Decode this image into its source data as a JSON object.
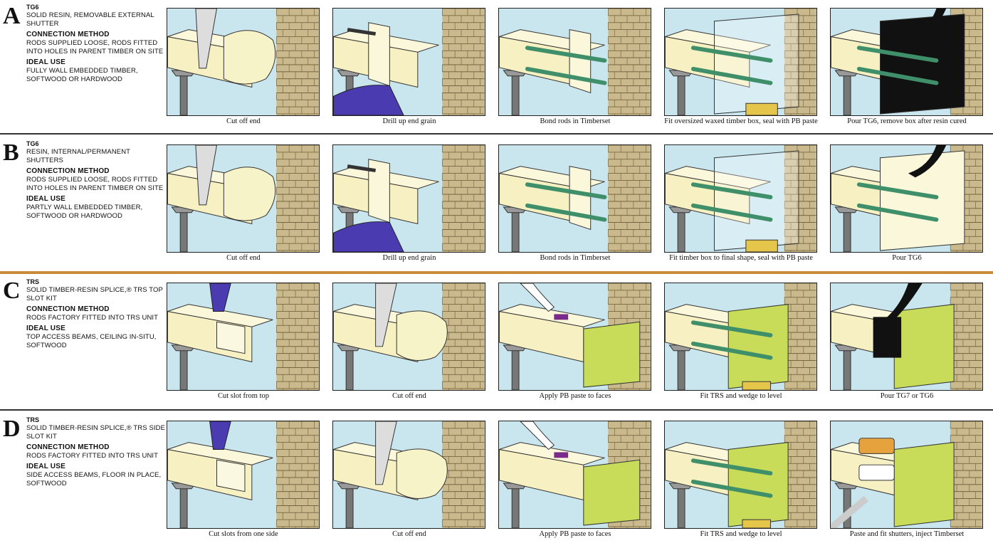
{
  "rows": [
    {
      "letter": "A",
      "code": "TG6",
      "type_text": "SOLID RESIN, REMOVABLE EXTERNAL SHUTTER",
      "method_head": "CONNECTION METHOD",
      "method_text": "RODS SUPPLIED LOOSE, RODS FITTED INTO HOLES IN PARENT TIMBER ON SITE",
      "use_head": "IDEAL USE",
      "use_text": "FULLY WALL EMBEDDED TIMBER, SOFTWOOD OR HARDWOOD",
      "steps": [
        "Cut off end",
        "Drill up end grain",
        "Bond rods in Timberset",
        "Fit oversized waxed timber box, seal with PB paste",
        "Pour TG6, remove box after resin cured"
      ]
    },
    {
      "letter": "B",
      "code": "TG6",
      "type_text": "RESIN, INTERNAL/PERMANENT SHUTTERS",
      "method_head": "CONNECTION METHOD",
      "method_text": "RODS SUPPLIED LOOSE, RODS FITTED INTO HOLES IN PARENT TIMBER ON SITE",
      "use_head": "IDEAL USE",
      "use_text": "PARTLY WALL EMBEDDED TIMBER, SOFTWOOD OR HARDWOOD",
      "steps": [
        "Cut off end",
        "Drill up end grain",
        "Bond rods in Timberset",
        "Fit timber box to final shape, seal with PB paste",
        "Pour TG6"
      ]
    },
    {
      "letter": "C",
      "code": "TRS",
      "type_text": "SOLID TIMBER-RESIN SPLICE,® TRS TOP SLOT KIT",
      "method_head": "CONNECTION METHOD",
      "method_text": "RODS FACTORY FITTED INTO TRS UNIT",
      "use_head": "IDEAL USE",
      "use_text": "TOP ACCESS BEAMS, CEILING IN-SITU, SOFTWOOD",
      "steps": [
        "Cut slot from top",
        "Cut off end",
        "Apply PB paste to faces",
        "Fit TRS and wedge to level",
        "Pour TG7 or TG6"
      ]
    },
    {
      "letter": "D",
      "code": "TRS",
      "type_text": "SOLID TIMBER-RESIN SPLICE,® TRS SIDE SLOT KIT",
      "method_head": "CONNECTION METHOD",
      "method_text": "RODS FACTORY FITTED INTO TRS UNIT",
      "use_head": "IDEAL USE",
      "use_text": "SIDE ACCESS BEAMS, FLOOR IN PLACE, SOFTWOOD",
      "steps": [
        "Cut slots from one side",
        "Cut off end",
        "Apply PB paste to faces",
        "Fit TRS and wedge to level",
        "Paste and fit shutters, inject Timberset"
      ]
    }
  ],
  "colors": {
    "sky": "#c9e6ef",
    "beam": "#f6f0c2",
    "wall": "#c9b98c",
    "rod": "#3f8f6a",
    "resin": "#111111",
    "trs_green": "#c8dc5a",
    "glove": "#f7f3c8",
    "drill_blue": "#4a3bb0",
    "divider_gold": "#c98a3a"
  },
  "icons": [
    "saw-illustration",
    "drill-illustration",
    "rod-illustration",
    "box-illustration",
    "pour-illustration",
    "paste-illustration"
  ]
}
